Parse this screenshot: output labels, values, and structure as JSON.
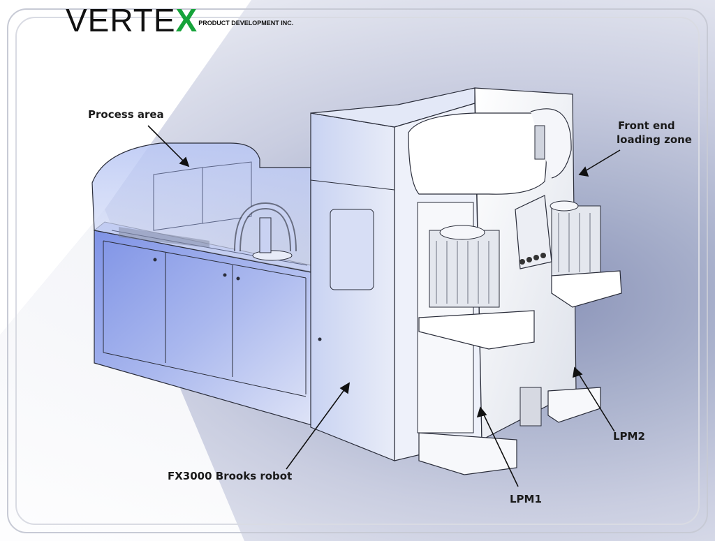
{
  "logo": {
    "word": "VERTE",
    "x_letter": "X",
    "subtitle": "PRODUCT DEVELOPMENT INC."
  },
  "labels": {
    "process_area": "Process area",
    "front_end_line1": "Front end",
    "front_end_line2": "loading zone",
    "robot": "FX3000 Brooks robot",
    "lpm1": "LPM1",
    "lpm2": "LPM2"
  },
  "colors": {
    "brand_green": "#16a33a",
    "machine_blue": "#9fb0e6",
    "outline": "#2a2d3a"
  }
}
